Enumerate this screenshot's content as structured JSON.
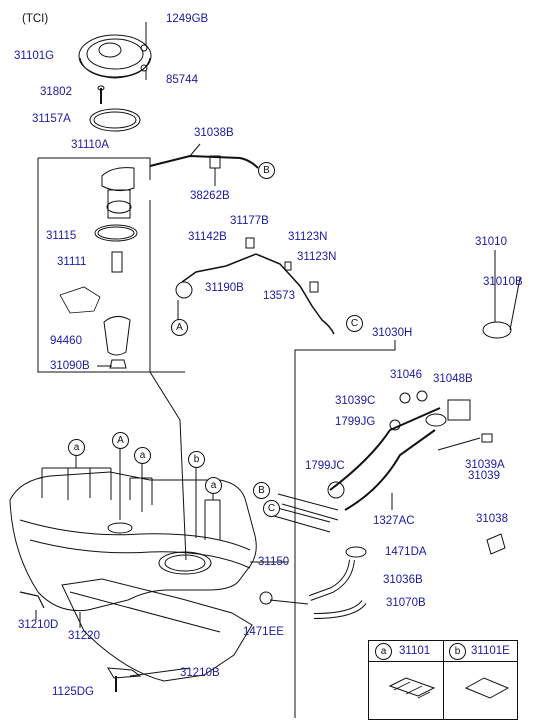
{
  "variant": "(TCI)",
  "parts": {
    "p1249GB": "1249GB",
    "p31101G": "31101G",
    "p85744": "85744",
    "p31802": "31802",
    "p31157A": "31157A",
    "p31038B": "31038B",
    "p31110A": "31110A",
    "p38262B": "38262B",
    "p31177B": "31177B",
    "p31142B": "31142B",
    "p31123N_a": "31123N",
    "p31123N_b": "31123N",
    "p31115": "31115",
    "p31111": "31111",
    "p31190B": "31190B",
    "p13573": "13573",
    "p94460": "94460",
    "p31090B": "31090B",
    "p31010": "31010",
    "p31010B": "31010B",
    "p31030H": "31030H",
    "p31046": "31046",
    "p31048B": "31048B",
    "p31039C": "31039C",
    "p1799JG": "1799JG",
    "p1799JC": "1799JC",
    "p31039A": "31039A",
    "p31039": "31039",
    "p1327AC": "1327AC",
    "p31038": "31038",
    "p31150": "31150",
    "p1471DA": "1471DA",
    "p31036B": "31036B",
    "p31070B": "31070B",
    "p31210D": "31210D",
    "p31220": "31220",
    "p1471EE": "1471EE",
    "p31210B": "31210B",
    "p1125DG": "1125DG"
  },
  "callouts": {
    "A_pump": "A",
    "C_line": "C",
    "B_line": "B",
    "B_filler": "B",
    "C_filler": "C",
    "a1": "a",
    "A_tank": "A",
    "a2": "a",
    "b_tank": "b",
    "a3": "a"
  },
  "legend": {
    "a_mark": "a",
    "a_part": "31101",
    "b_mark": "b",
    "b_part": "31101E"
  },
  "colors": {
    "label": "#1a1aa6",
    "line": "#111111"
  }
}
